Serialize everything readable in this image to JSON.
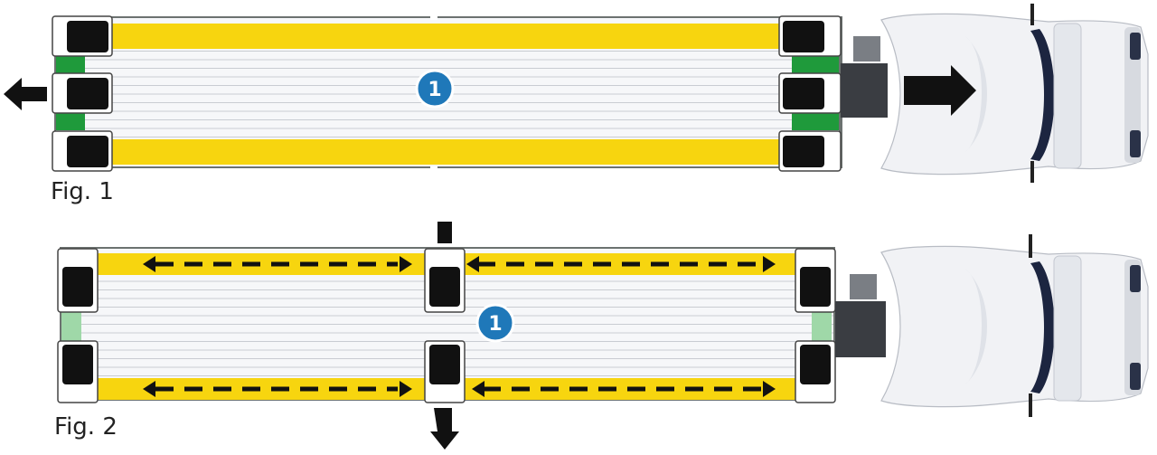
{
  "figures": [
    {
      "label": "Fig. 1",
      "callout": "1"
    },
    {
      "label": "Fig. 2",
      "callout": "1"
    }
  ],
  "colors": {
    "yellow_band": "#f7d50f",
    "green_pad": "#1f9a3b",
    "green_pad_light": "#9fd8a8",
    "deck_line": "#c9ccd2",
    "rail": "#6c7270",
    "callout_blue": "#1f78b9",
    "cab_white": "#f1f2f5",
    "cab_dark": "#1c2540"
  },
  "icons": [
    "arrow-left-icon",
    "arrow-right-icon",
    "arrow-up-icon",
    "arrow-down-icon",
    "double-arrow-dashed-icon",
    "truck-cab-icon",
    "mount-block-icon"
  ]
}
